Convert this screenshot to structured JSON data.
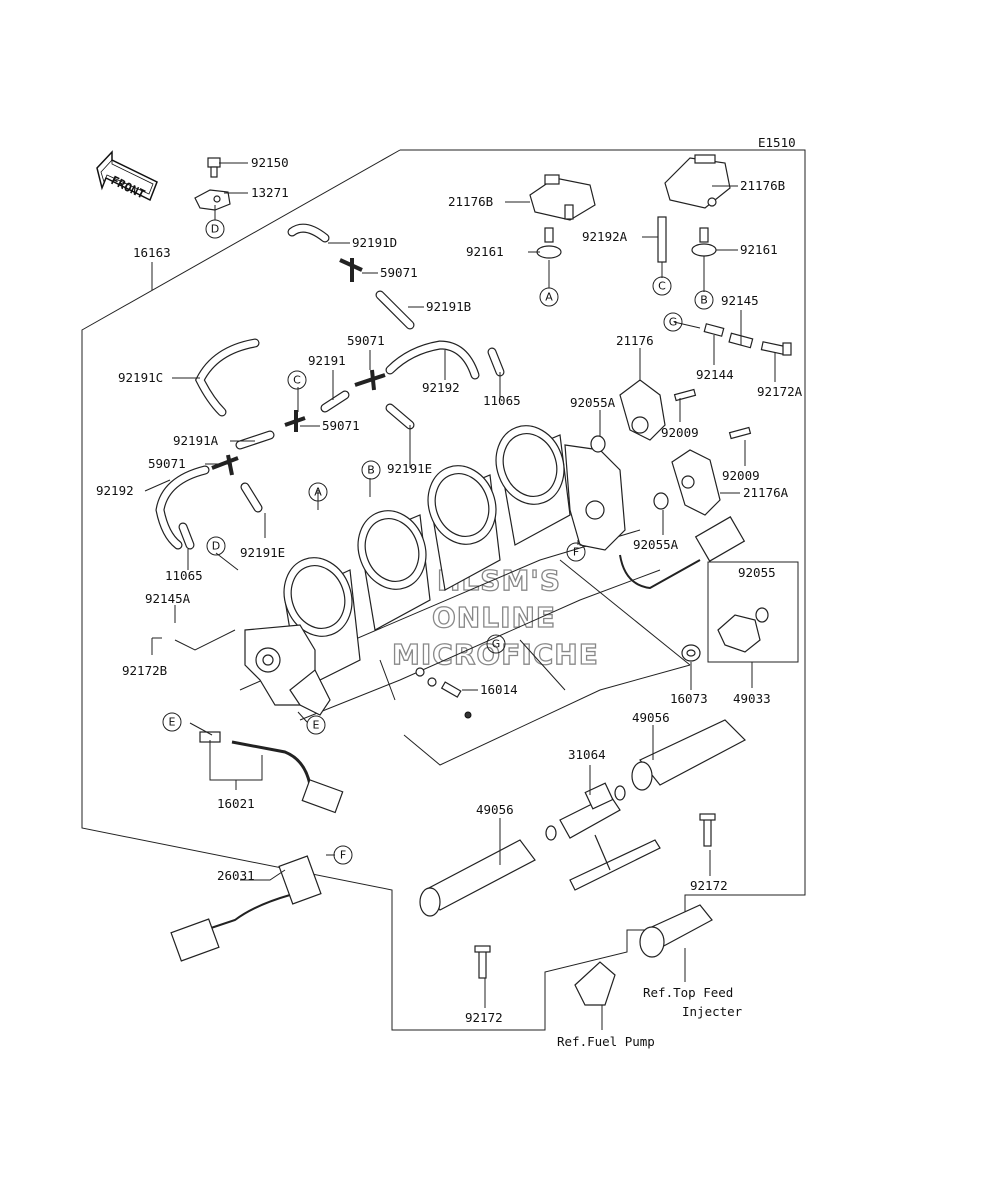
{
  "diagram_code": "E1510",
  "front_label": "FRONT",
  "watermark": {
    "line1": "HLSM'S",
    "line2": "ONLINE",
    "line3": "MICROFICHE"
  },
  "callouts": [
    "A",
    "B",
    "C",
    "D",
    "E",
    "F",
    "G"
  ],
  "part_labels": {
    "p92150": "92150",
    "p13271": "13271",
    "p16163": "16163",
    "p92191D": "92191D",
    "p59071a": "59071",
    "p92191B": "92191B",
    "p92191C": "92191C",
    "p59071b": "59071",
    "p92191": "92191",
    "p92192a": "92192",
    "p11065a": "11065",
    "p59071c": "59071",
    "p92191A": "92191A",
    "p59071d": "59071",
    "p92191E_a": "92191E",
    "p92192b": "92192",
    "p92191E_b": "92191E",
    "p11065b": "11065",
    "p92145A": "92145A",
    "p92172B": "92172B",
    "p16014": "16014",
    "p16021": "16021",
    "p26031": "26031",
    "p21176B_a": "21176B",
    "p92161_a": "92161",
    "p92192A": "92192A",
    "p21176B_b": "21176B",
    "p92161_b": "92161",
    "p92145": "92145",
    "p21176": "21176",
    "p92144": "92144",
    "p92172A": "92172A",
    "p92055A_a": "92055A",
    "p92009_a": "92009",
    "p92009_b": "92009",
    "p21176A": "21176A",
    "p92055A_b": "92055A",
    "p92055": "92055",
    "p49033": "49033",
    "p16073": "16073",
    "p49056_a": "49056",
    "p31064": "31064",
    "p49056_b": "49056",
    "p92172_a": "92172",
    "p92172_b": "92172"
  },
  "references": {
    "top_feed_line1": "Ref.Top Feed",
    "top_feed_line2": "Injecter",
    "fuel_pump": "Ref.Fuel Pump"
  }
}
